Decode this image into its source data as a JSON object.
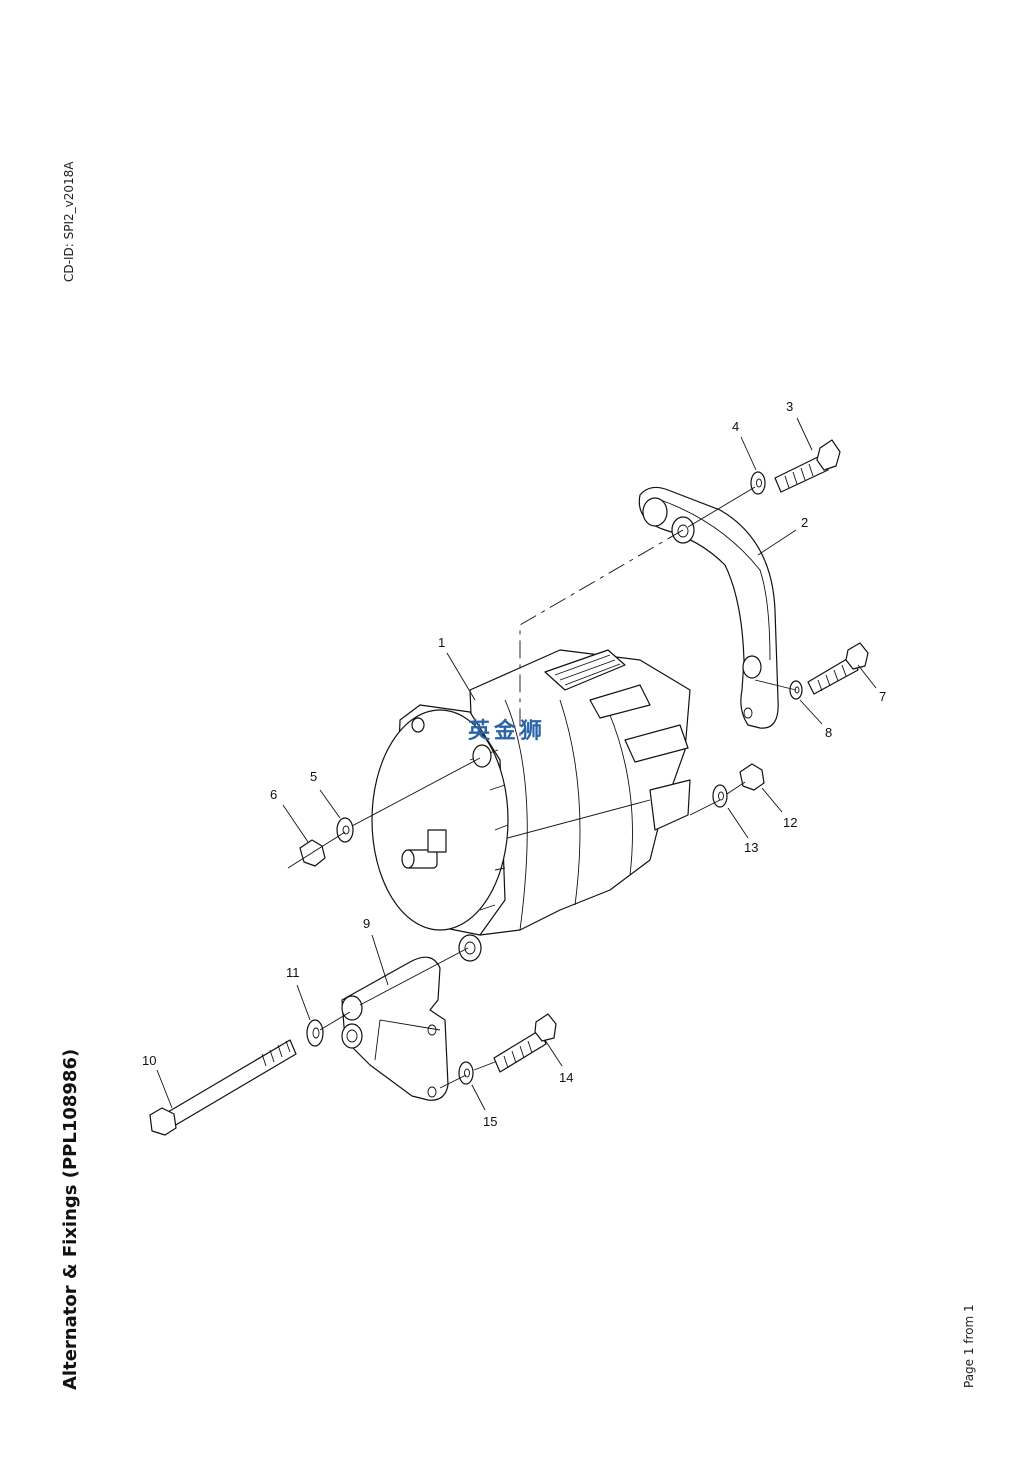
{
  "header": {
    "cd_id": "CD-ID: SPI2_v2018A",
    "title": "Alternator & Fixings (PPL108986)",
    "page": "Page 1 from 1"
  },
  "watermark": "英金狮",
  "diagram": {
    "callouts": [
      "1",
      "2",
      "3",
      "4",
      "5",
      "6",
      "7",
      "8",
      "9",
      "10",
      "11",
      "12",
      "13",
      "14",
      "15"
    ]
  }
}
